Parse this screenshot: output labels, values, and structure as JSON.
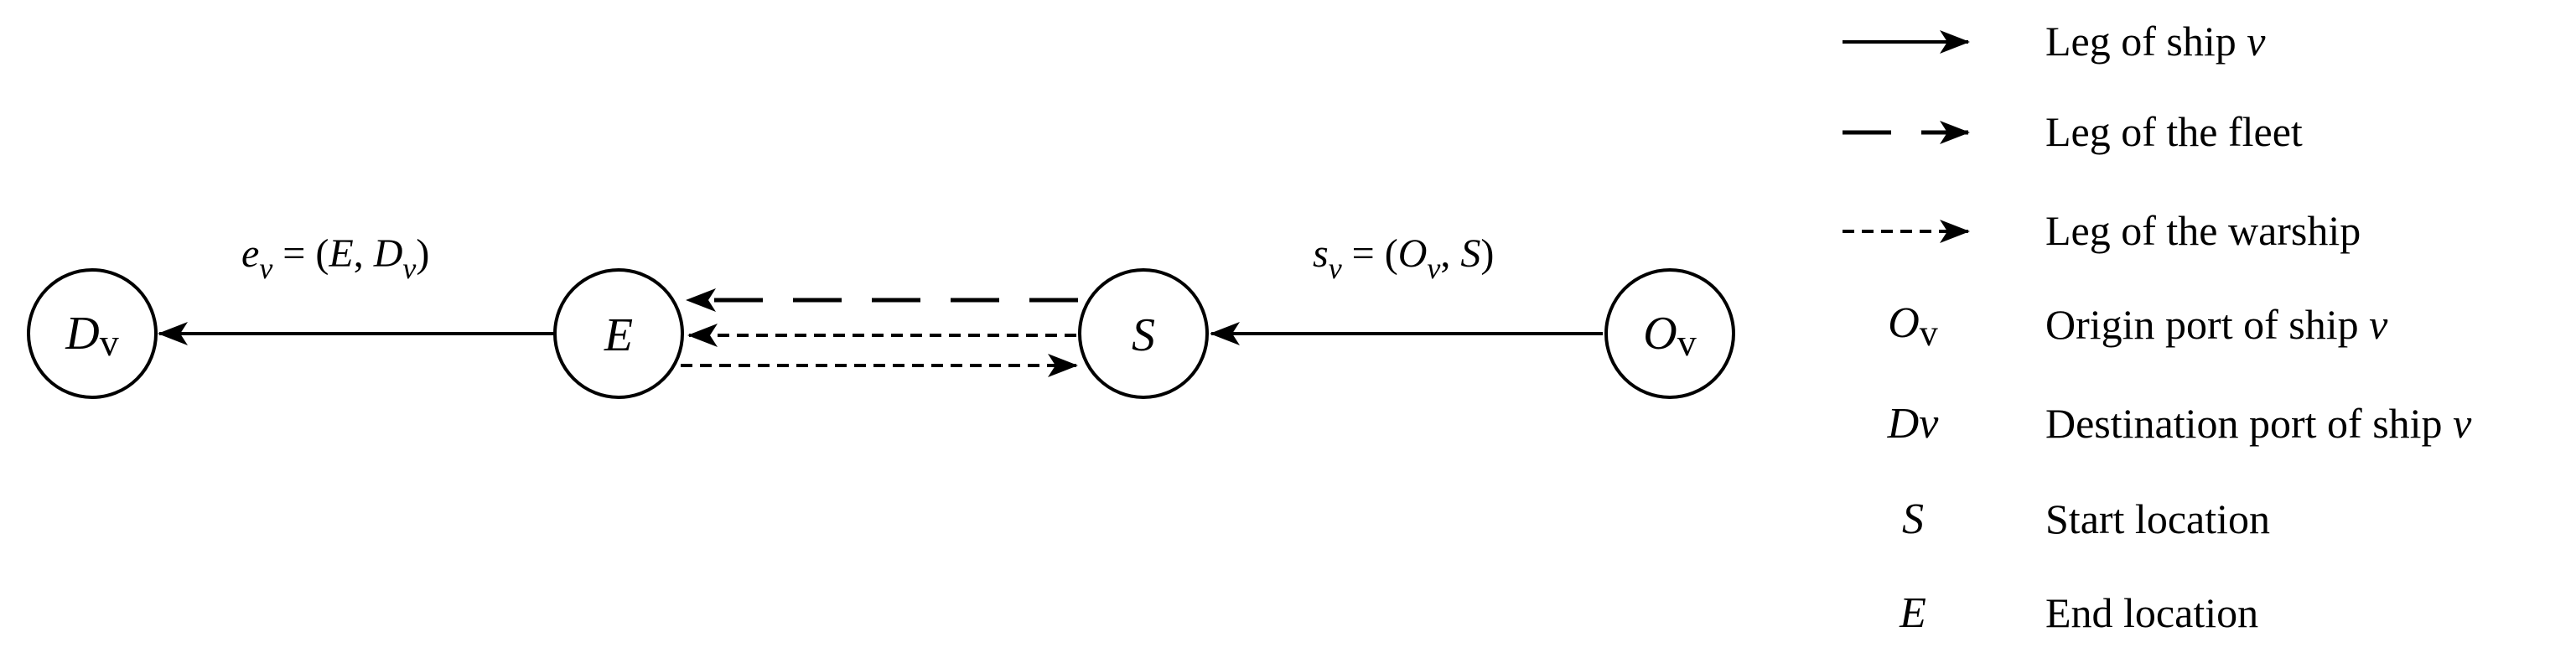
{
  "nodes": {
    "dv": {
      "main": "D",
      "sub": "v"
    },
    "e": {
      "main": "E"
    },
    "s": {
      "main": "S"
    },
    "ov": {
      "main": "O",
      "sub": "v"
    }
  },
  "edge_labels": {
    "end": {
      "var": "e",
      "sub": "v",
      "eq": " = (",
      "a": "E",
      "comma": ", ",
      "b": "D",
      "b_sub": "v",
      "close": ")"
    },
    "start": {
      "var": "s",
      "sub": "v",
      "eq": " = (",
      "a": "O",
      "a_sub": "v",
      "comma": ", ",
      "b": "S",
      "close": ")"
    }
  },
  "legend": {
    "items": [
      {
        "symbol_type": "solid-arrow",
        "text": "Leg of ship ",
        "text_var": "v"
      },
      {
        "symbol_type": "dashed-arrow",
        "text": "Leg of the fleet"
      },
      {
        "symbol_type": "dotted-arrow",
        "text": "Leg of the warship"
      },
      {
        "symbol_type": "text",
        "sym_main": "O",
        "sym_sub": "v",
        "text": "Origin port of ship ",
        "text_var": "v"
      },
      {
        "symbol_type": "text",
        "sym_main": "Dv",
        "text": "Destination port of ship ",
        "text_var": "v"
      },
      {
        "symbol_type": "text",
        "sym_main": "S",
        "text": "Start location"
      },
      {
        "symbol_type": "text",
        "sym_main": "E",
        "text": "End location"
      }
    ]
  },
  "colors": {
    "stroke": "#000000",
    "background": "#ffffff"
  }
}
